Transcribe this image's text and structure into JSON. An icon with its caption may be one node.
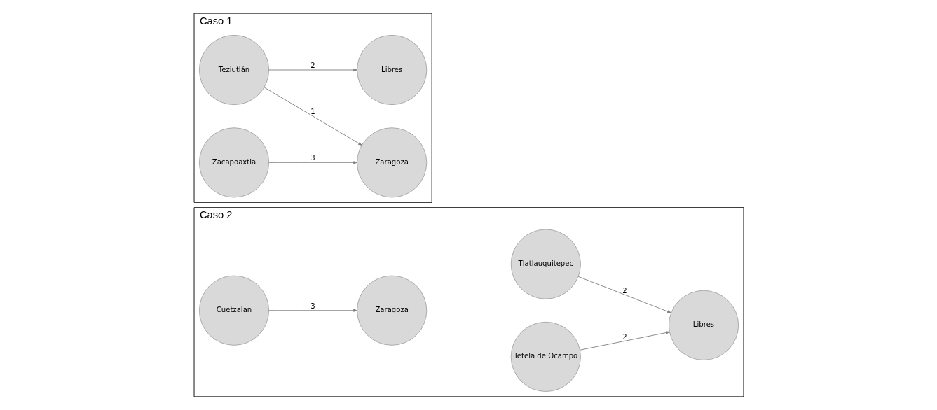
{
  "diagram": {
    "nodes": [
      {
        "text": [
          "Caso 1"
        ]
      },
      {
        "text": [
          "Teziutlán"
        ],
        "in": 0
      },
      {
        "text": [
          "Libres"
        ],
        "in": 0
      },
      {
        "text": [
          "Zacapoaxtla"
        ],
        "in": 0
      },
      {
        "text": [
          "Zaragoza"
        ],
        "in": 0
      },
      {
        "text": [
          "Caso 2"
        ]
      },
      {
        "text": [
          "Tlatlauquitepec"
        ],
        "in": 5
      },
      {
        "text": [
          "Libres"
        ],
        "in": 5
      },
      {
        "text": [
          "Cuetzalan"
        ],
        "in": 5
      },
      {
        "text": [
          "Zaragoza"
        ],
        "in": 5
      },
      {
        "text": [
          "Tetela de Ocampo"
        ],
        "in": 5
      }
    ],
    "edges": [
      {
        "from": 1,
        "to": 2,
        "arrow": "to",
        "label": "2"
      },
      {
        "from": 1,
        "to": 4,
        "arrow": "to",
        "label": "1"
      },
      {
        "from": 3,
        "to": 4,
        "arrow": "to",
        "label": "3"
      },
      {
        "from": 6,
        "to": 7,
        "arrow": "to",
        "label": "2"
      },
      {
        "from": 8,
        "to": 9,
        "arrow": "to",
        "label": "3"
      },
      {
        "from": 10,
        "to": 7,
        "arrow": "to",
        "label": "2"
      }
    ]
  }
}
